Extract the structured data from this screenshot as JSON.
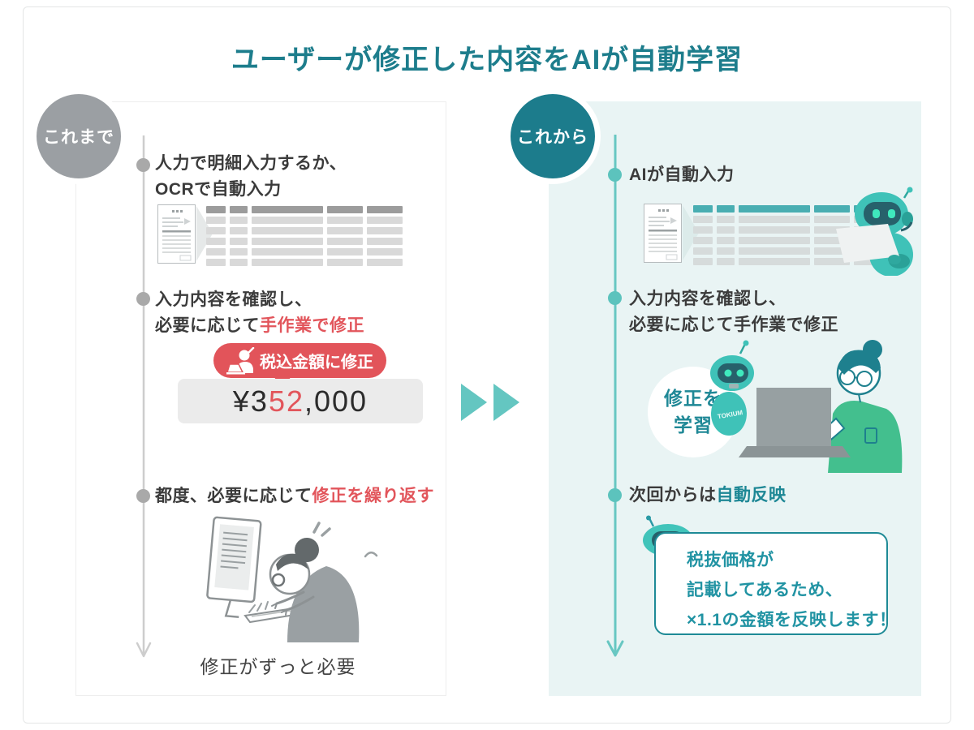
{
  "title": "ユーザーが修正した内容をAIが自動学習",
  "colors": {
    "title_teal": "#1d7d8c",
    "badge_before_gray": "#9b9fa3",
    "badge_after_teal": "#1c7c8c",
    "timeline_before": "#cdcdcd",
    "timeline_after": "#68c7c2",
    "after_panel_bg": "#e9f4f4",
    "highlight_red": "#e2555b",
    "highlight_teal": "#1d8795",
    "table_header_gray": "#9c9c9c",
    "table_header_teal": "#49aeb2",
    "amount_box_bg": "#ebebeb",
    "forward_arrow": "#64c6c1"
  },
  "icons": {
    "correction_badge_icon": "person-at-laptop-icon",
    "table_source_icon": "invoice-document-icon",
    "after_table_icon": "robot-icon",
    "bubble_icon": "robot-head-icon",
    "between_panels": "fast-forward-icon"
  },
  "before": {
    "badge": "これまで",
    "step1_line1": "人力で明細入力するか、",
    "step1_line2": "OCRで自動入力",
    "step2_line1": "入力内容を確認し、",
    "step2_line2_normal": "必要に応じて",
    "step2_line2_red": "手作業で修正",
    "correction_badge": "税込金額に修正",
    "amount_part1": "¥3",
    "amount_red": "52",
    "amount_part2": ",000",
    "step3_normal": "都度、必要に応じて",
    "step3_red": "修正を繰り返す",
    "footer": "修正がずっと必要"
  },
  "after": {
    "badge": "これから",
    "step1": "AIが自動入力",
    "step2_line1": "入力内容を確認し、",
    "step2_line2": "必要に応じて手作業で修正",
    "learn_line1": "修正を",
    "learn_line2": "学習",
    "robot_chest_label": "TOKIUM",
    "step3_normal": "次回からは",
    "step3_teal": "自動反映",
    "speech_line1": "税抜価格が",
    "speech_line2": "記載してあるため、",
    "speech_line3": "×1.1の金額を反映します！"
  }
}
